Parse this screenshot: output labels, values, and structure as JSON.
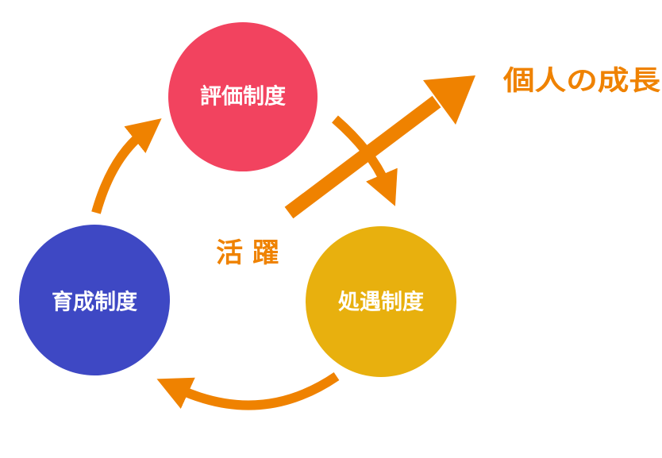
{
  "nodes": {
    "evaluation": {
      "label": "評価制度",
      "color": "#f2435f"
    },
    "treatment": {
      "label": "処遇制度",
      "color": "#e8b00e"
    },
    "development": {
      "label": "育成制度",
      "color": "#3e48c4"
    }
  },
  "center_label": "活 躍",
  "growth_label": "個人の成長",
  "arrow_color": "#ef8200"
}
